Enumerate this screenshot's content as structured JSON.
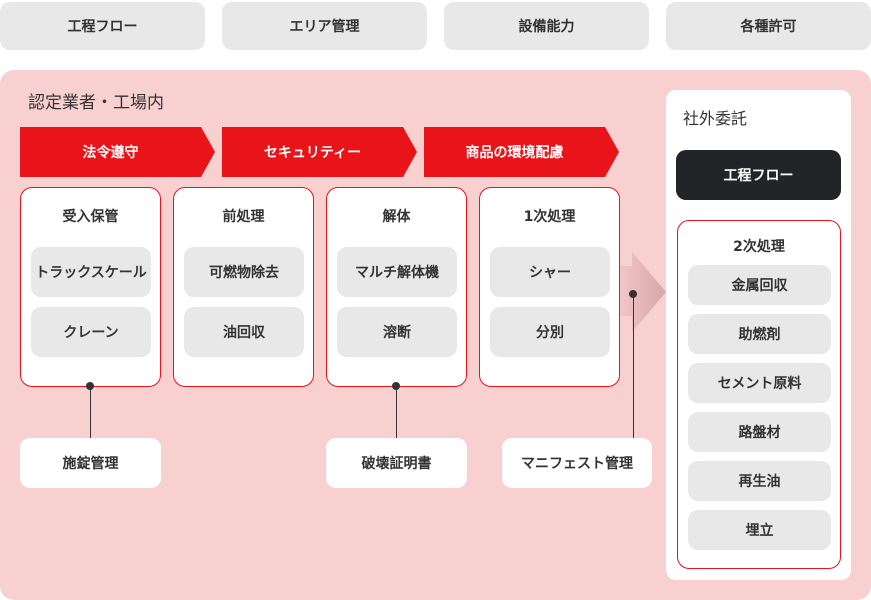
{
  "tabs": [
    "工程フロー",
    "エリア管理",
    "設備能力",
    "各種許可"
  ],
  "main": {
    "title": "認定業者・工場内",
    "banners": [
      "法令遵守",
      "セキュリティー",
      "商品の環境配慮"
    ],
    "cards": [
      {
        "title": "受入保管",
        "items": [
          "トラックスケール",
          "クレーン"
        ]
      },
      {
        "title": "前処理",
        "items": [
          "可燃物除去",
          "油回収"
        ]
      },
      {
        "title": "解体",
        "items": [
          "マルチ解体機",
          "溶断"
        ]
      },
      {
        "title": "1次処理",
        "items": [
          "シャー",
          "分別"
        ]
      }
    ],
    "notes": [
      "施錠管理",
      "破壊証明書",
      "マニフェスト管理"
    ]
  },
  "side": {
    "title": "社外委託",
    "button": "工程フロー",
    "box_title": "2次処理",
    "items": [
      "金属回収",
      "助燃剤",
      "セメント原料",
      "路盤材",
      "再生油",
      "埋立"
    ]
  },
  "colors": {
    "accent": "#e81419",
    "panel": "#f8d0d0",
    "dark": "#222428"
  }
}
